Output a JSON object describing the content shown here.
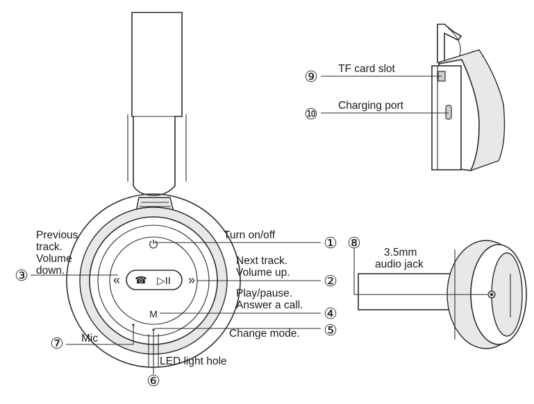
{
  "callouts": [
    {
      "number": "①",
      "label": "Turn on/off"
    },
    {
      "number": "②",
      "label_lines": [
        "Next track.",
        "Volume up."
      ]
    },
    {
      "number": "③",
      "label_lines": [
        "Previous",
        "track.",
        "Volume",
        "down."
      ]
    },
    {
      "number": "④",
      "label_lines": [
        "Play/pause.",
        "Answer a call."
      ]
    },
    {
      "number": "⑤",
      "label": "Change mode."
    },
    {
      "number": "⑥",
      "label": "LED light hole"
    },
    {
      "number": "⑦",
      "label": "Mic"
    },
    {
      "number": "⑧",
      "label_lines": [
        "3.5mm",
        "audio jack"
      ]
    },
    {
      "number": "⑨",
      "label": "TF card slot"
    },
    {
      "number": "⑩",
      "label": "Charging port"
    }
  ],
  "button_glyphs": {
    "power": "⏻",
    "prev": "«",
    "next": "»",
    "call": "☎",
    "play_pause": "▷II",
    "mode": "M"
  },
  "colors": {
    "line": "#2a2a2a",
    "fill_light": "#e8e8e8",
    "fill_dark": "#cfcfcf"
  }
}
